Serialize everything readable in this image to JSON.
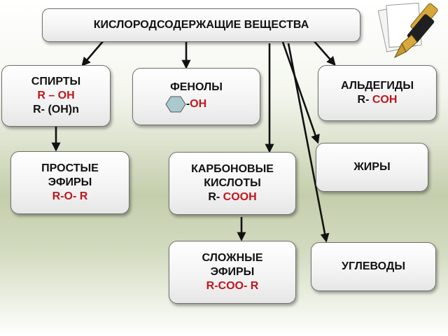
{
  "diagram": {
    "title": "КИСЛОРОДСОДЕРЖАЩИЕ ВЕЩЕСТВА",
    "alcohols": {
      "name": "СПИРТЫ",
      "formula1": "R – OH",
      "formula2": "R- (OH)n"
    },
    "phenols": {
      "name": "ФЕНОЛЫ",
      "prefix": "-",
      "group": "OH"
    },
    "aldehydes": {
      "name": "АЛЬДЕГИДЫ",
      "prefix": "R- ",
      "group": "COH"
    },
    "fats": {
      "name": "ЖИРЫ"
    },
    "ethers": {
      "name_line1": "ПРОСТЫЕ",
      "name_line2": "ЭФИРЫ",
      "formula": "R-O- R"
    },
    "acids": {
      "name_line1": "КАРБОНОВЫЕ",
      "name_line2": "КИСЛОТЫ",
      "prefix": "R- ",
      "group": "COOH"
    },
    "esters": {
      "name_line1": "СЛОЖНЫЕ",
      "name_line2": "ЭФИРЫ",
      "formula": "R-COO- R"
    },
    "carbs": {
      "name": "УГЛЕВОДЫ"
    }
  },
  "colors": {
    "accent_red": "#c0161c",
    "arrow": "#111111",
    "benzene_fill": "#a9c9cf"
  },
  "icons": {
    "logo": "fountain-pen-icon",
    "benzene": "benzene-ring-icon"
  }
}
